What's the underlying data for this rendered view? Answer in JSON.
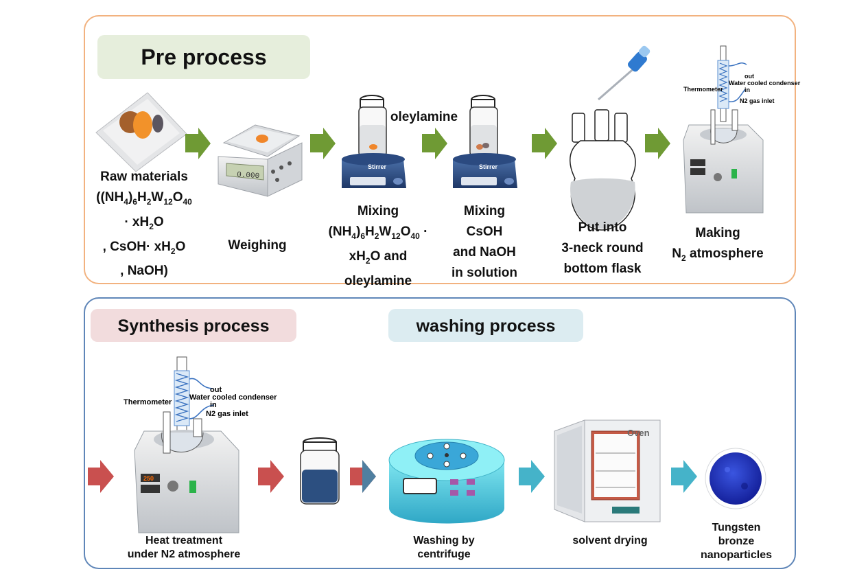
{
  "sections": {
    "pre": "Pre process",
    "synthesis": "Synthesis process",
    "washing": "washing process"
  },
  "labels": {
    "raw_materials": "Raw materials",
    "raw_formula_main": "((NH",
    "raw_formula_4": "4",
    "raw_formula_6": "6",
    "raw_formula_h": "H",
    "raw_formula_2": "2",
    "raw_formula_w": "W",
    "raw_formula_12": "12",
    "raw_formula_o": "O",
    "raw_formula_40": "40",
    "raw_water": "· xH",
    "raw_water_2": "2",
    "raw_water_o": "O",
    "raw_cs": ", CsOH· xH",
    "raw_cs_2": "2",
    "raw_cs_o": "O",
    "raw_na": ", NaOH)",
    "weighing": "Weighing",
    "oleylamine": "oleylamine",
    "mixing1_title": "Mixing",
    "mixing1_formula": "(NH",
    "mixing1_4": "4",
    "mixing1_6": "6",
    "mixing1_h": "H",
    "mixing1_2": "2",
    "mixing1_w": "W",
    "mixing1_12": "12",
    "mixing1_o": "O",
    "mixing1_40": "40",
    "mixing1_dot": " ·",
    "mixing1_water": "xH",
    "mixing1_water_2": "2",
    "mixing1_water_rest": "O and",
    "mixing1_last": "oleylamine",
    "mixing2_l1": "Mixing",
    "mixing2_l2": "CsOH",
    "mixing2_l3": "and NaOH",
    "mixing2_l4": "in solution",
    "flask_l1": "Put into",
    "flask_l2": "3-neck round",
    "flask_l3": "bottom flask",
    "making_l1": "Making",
    "making_n": "N",
    "making_2": "2",
    "making_rest": " atmosphere",
    "heat_l1": "Heat treatment",
    "heat_l2": "under N2 atmosphere",
    "wash_l1": "Washing by",
    "wash_l2": "centrifuge",
    "dry": "solvent drying",
    "tb_l1": "Tungsten",
    "tb_l2": "bronze",
    "tb_l3": "nanoparticles"
  },
  "apparatus": {
    "stirrer": "Stirrer",
    "thermometer": "Thermometer",
    "out": "out",
    "condenser": "Water cooled condenser",
    "in": "in",
    "n2_inlet": "N2 gas inlet",
    "oven": "Oven",
    "scale_display": "0.000",
    "heater_display": "250"
  },
  "colors": {
    "pre_border": "#f2b27f",
    "synthesis_border": "#5f86b8",
    "green_arrow": "#6f9a34",
    "red_arrow": "#c9504f",
    "teal_arrow": "#45b3c9",
    "nanoparticle_blue": "#1e2fb0"
  }
}
